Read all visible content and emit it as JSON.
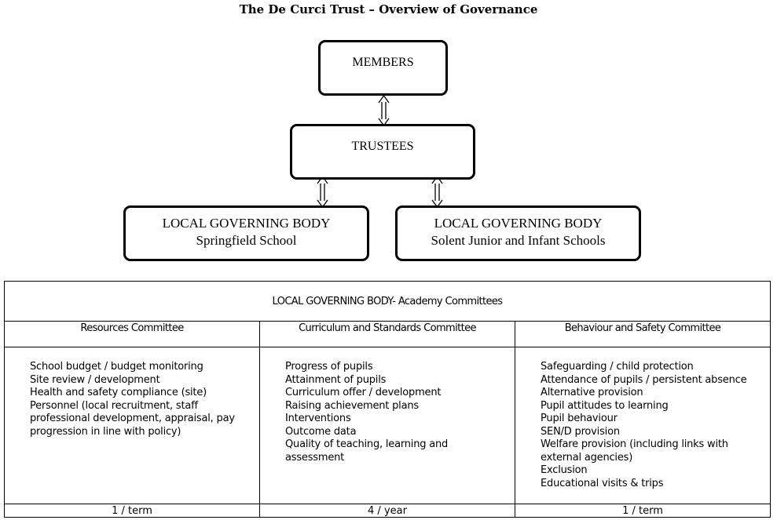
{
  "title": "The De Curci Trust – Overview of Governance",
  "chart": {
    "members": "MEMBERS",
    "trustees": "TRUSTEES",
    "lgb_left": {
      "line1": "LOCAL GOVERNING BODY",
      "line2": "Springfield School"
    },
    "lgb_right": {
      "line1": "LOCAL GOVERNING BODY",
      "line2": "Solent Junior and Infant Schools"
    }
  },
  "committees": {
    "heading": "LOCAL GOVERNING BODY- Academy Committees",
    "columns": [
      {
        "name": "Resources Committee",
        "items": [
          "School budget / budget monitoring",
          "Site review / development",
          "Health and safety compliance (site)",
          "Personnel (local recruitment, staff professional development, appraisal, pay progression in line with policy)"
        ],
        "frequency": "1 / term"
      },
      {
        "name": "Curriculum and Standards Committee",
        "items": [
          "Progress of pupils",
          "Attainment of pupils",
          "Curriculum offer / development",
          "Raising achievement plans",
          "Interventions",
          "Outcome data",
          "Quality of teaching, learning and assessment"
        ],
        "frequency": "4 / year"
      },
      {
        "name": "Behaviour and Safety Committee",
        "items": [
          "Safeguarding / child protection",
          "Attendance of pupils / persistent absence",
          "Alternative provision",
          "Pupil attitudes to learning",
          "Pupil behaviour",
          "SEN/D provision",
          "Welfare provision (including links with external agencies)",
          "Exclusion",
          "Educational visits & trips"
        ],
        "frequency": "1 / term"
      }
    ]
  }
}
